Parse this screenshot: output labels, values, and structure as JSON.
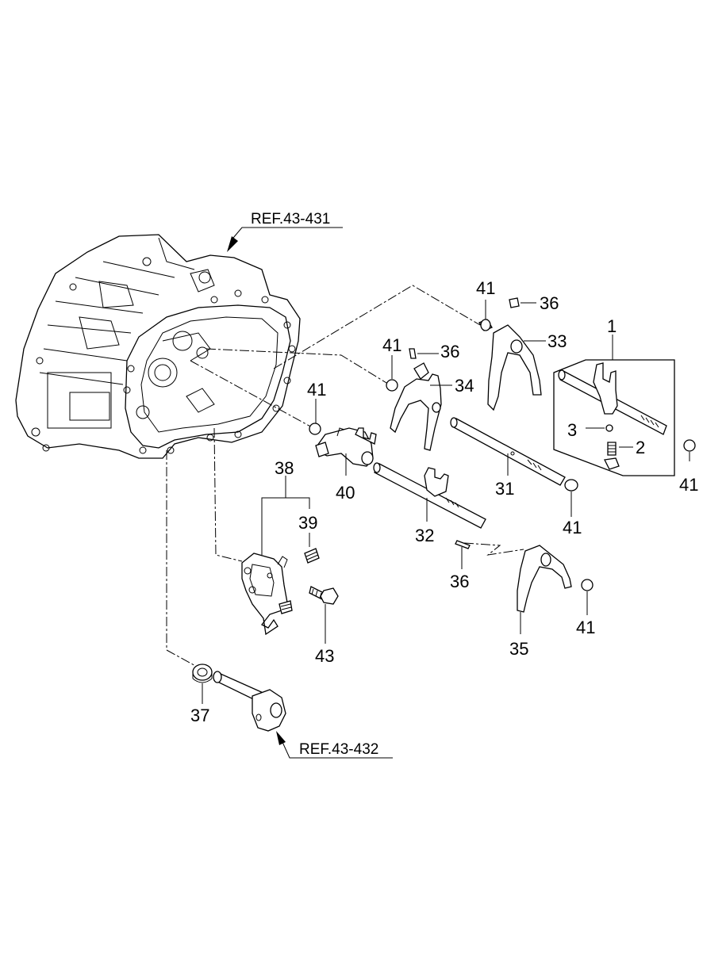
{
  "references": {
    "upper": "REF.43-431",
    "lower": "REF.43-432"
  },
  "part_numbers": {
    "p1": "1",
    "p2": "2",
    "p3": "3",
    "p31": "31",
    "p32": "32",
    "p33": "33",
    "p34": "34",
    "p35": "35",
    "p36": "36",
    "p37": "37",
    "p38": "38",
    "p39": "39",
    "p40": "40",
    "p41": "41",
    "p43": "43"
  }
}
